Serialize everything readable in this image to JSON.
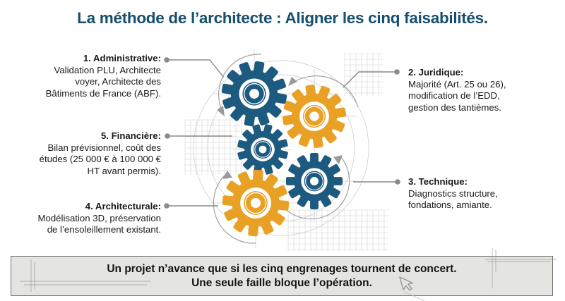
{
  "title": "La méthode de l’architecte : Aligner les cinq faisabilités.",
  "labels": {
    "administrative": {
      "heading": "1. Administrative:",
      "body": "Validation PLU, Architecte voyer, Architecte des Bâtiments de France (ABF)."
    },
    "juridique": {
      "heading": "2. Juridique:",
      "body": "Majorité (Art. 25 ou 26), modification de l’EDD, gestion des tantièmes."
    },
    "technique": {
      "heading": "3. Technique:",
      "body": "Diagnostics structure, fondations, amiante."
    },
    "architecturale": {
      "heading": "4. Architecturale:",
      "body": "Modélisation 3D, préservation de l’ensoleillement existant."
    },
    "financiere": {
      "heading": "5. Financière:",
      "body": "Bilan prévisionnel, coût des études (25 000 € à 100 000 € HT avant permis)."
    }
  },
  "banner": {
    "line1": "Un projet n’avance que si les cinq engrenages tournent de concert.",
    "line2": "Une seule faille bloque l’opération."
  },
  "diagram": {
    "gears": [
      {
        "name": "administrative",
        "color": "#1d5a80"
      },
      {
        "name": "juridique",
        "color": "#e9a125"
      },
      {
        "name": "financiere",
        "color": "#1d5a80"
      },
      {
        "name": "architecturale",
        "color": "#e9a125"
      },
      {
        "name": "technique",
        "color": "#1d5a80"
      }
    ],
    "icons": {
      "cursor": "mouse-pointer-icon"
    }
  },
  "colors": {
    "title": "#174f6e",
    "gear_blue": "#1d5a80",
    "gear_orange": "#e9a125",
    "connector": "#8a8a8a",
    "blueprint": "#c9c9c9",
    "banner_bg": "#e4e4e1",
    "banner_border": "#6e6e6e",
    "text": "#1a1a1a"
  }
}
